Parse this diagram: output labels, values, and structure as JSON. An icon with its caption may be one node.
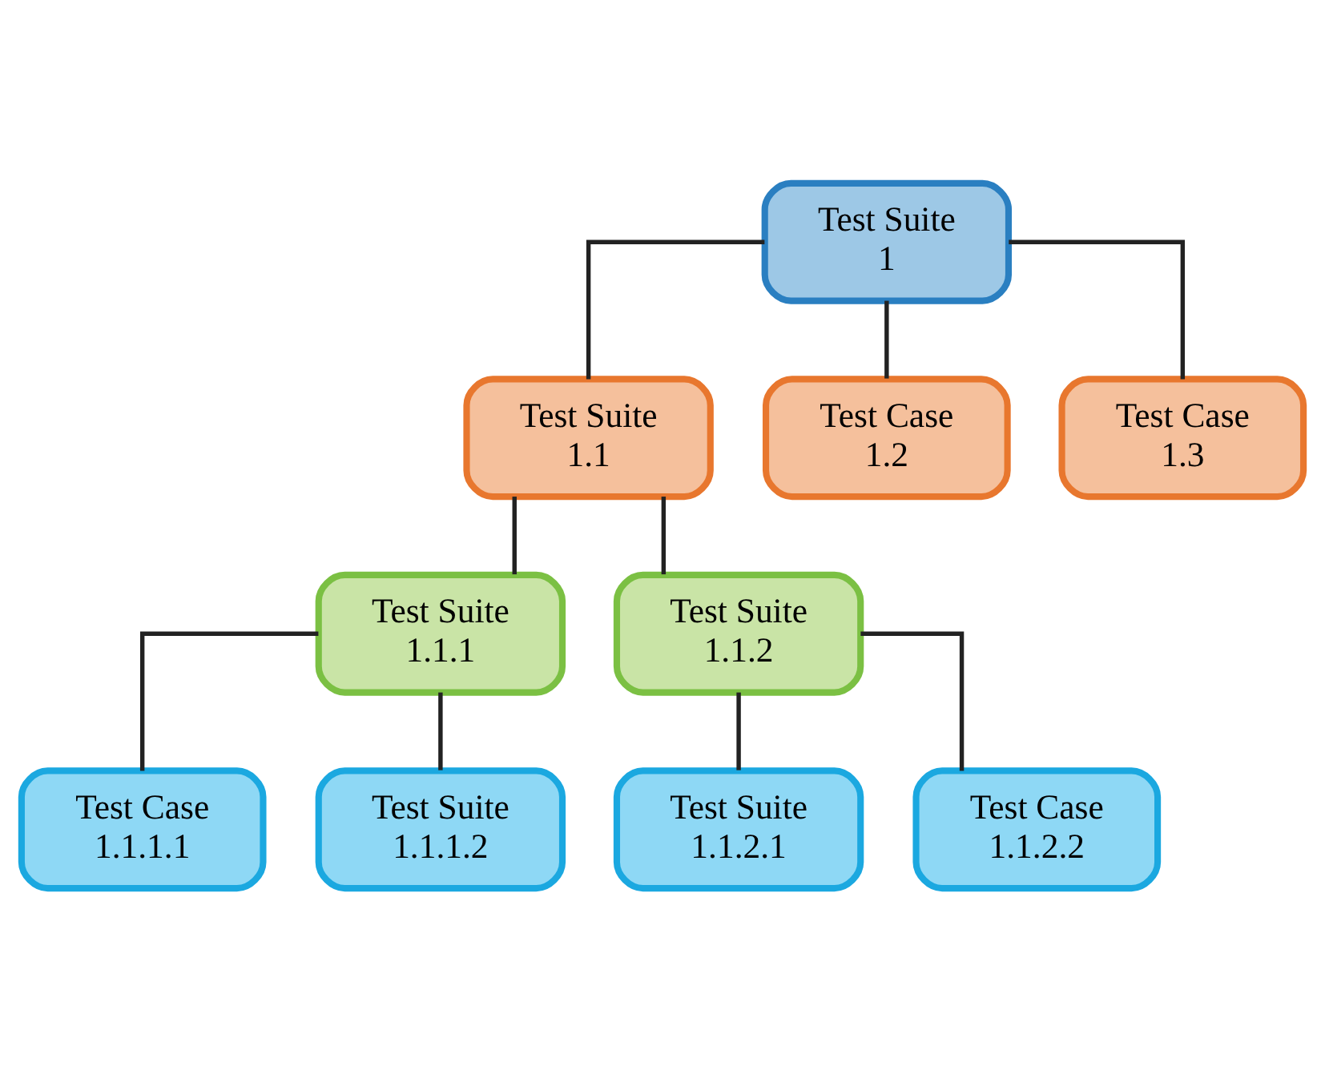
{
  "diagram": {
    "nodes": [
      {
        "text": [
          "Test Suite 1"
        ]
      },
      {
        "text": [
          "Test Suite 1.1"
        ]
      },
      {
        "text": [
          "Test Case 1.2"
        ]
      },
      {
        "text": [
          "Test Case 1.3"
        ]
      },
      {
        "text": [
          "Test Suite 1.1.1"
        ]
      },
      {
        "text": [
          "Test Suite 1.1.2"
        ]
      },
      {
        "text": [
          "Test Case 1.1.1.1"
        ]
      },
      {
        "text": [
          "Test Suite 1.1.1.2"
        ]
      },
      {
        "text": [
          "Test Suite 1.1.2.1"
        ]
      },
      {
        "text": [
          "Test Case 1.1.2.2"
        ]
      }
    ],
    "edges": [
      {
        "from": 0,
        "to": 1,
        "arrow": "none"
      },
      {
        "from": 0,
        "to": 2,
        "arrow": "none"
      },
      {
        "from": 0,
        "to": 3,
        "arrow": "none"
      },
      {
        "from": 1,
        "to": 4,
        "arrow": "none"
      },
      {
        "from": 1,
        "to": 5,
        "arrow": "none"
      },
      {
        "from": 4,
        "to": 6,
        "arrow": "none"
      },
      {
        "from": 4,
        "to": 7,
        "arrow": "none"
      },
      {
        "from": 5,
        "to": 8,
        "arrow": "none"
      },
      {
        "from": 5,
        "to": 9,
        "arrow": "none"
      }
    ]
  }
}
